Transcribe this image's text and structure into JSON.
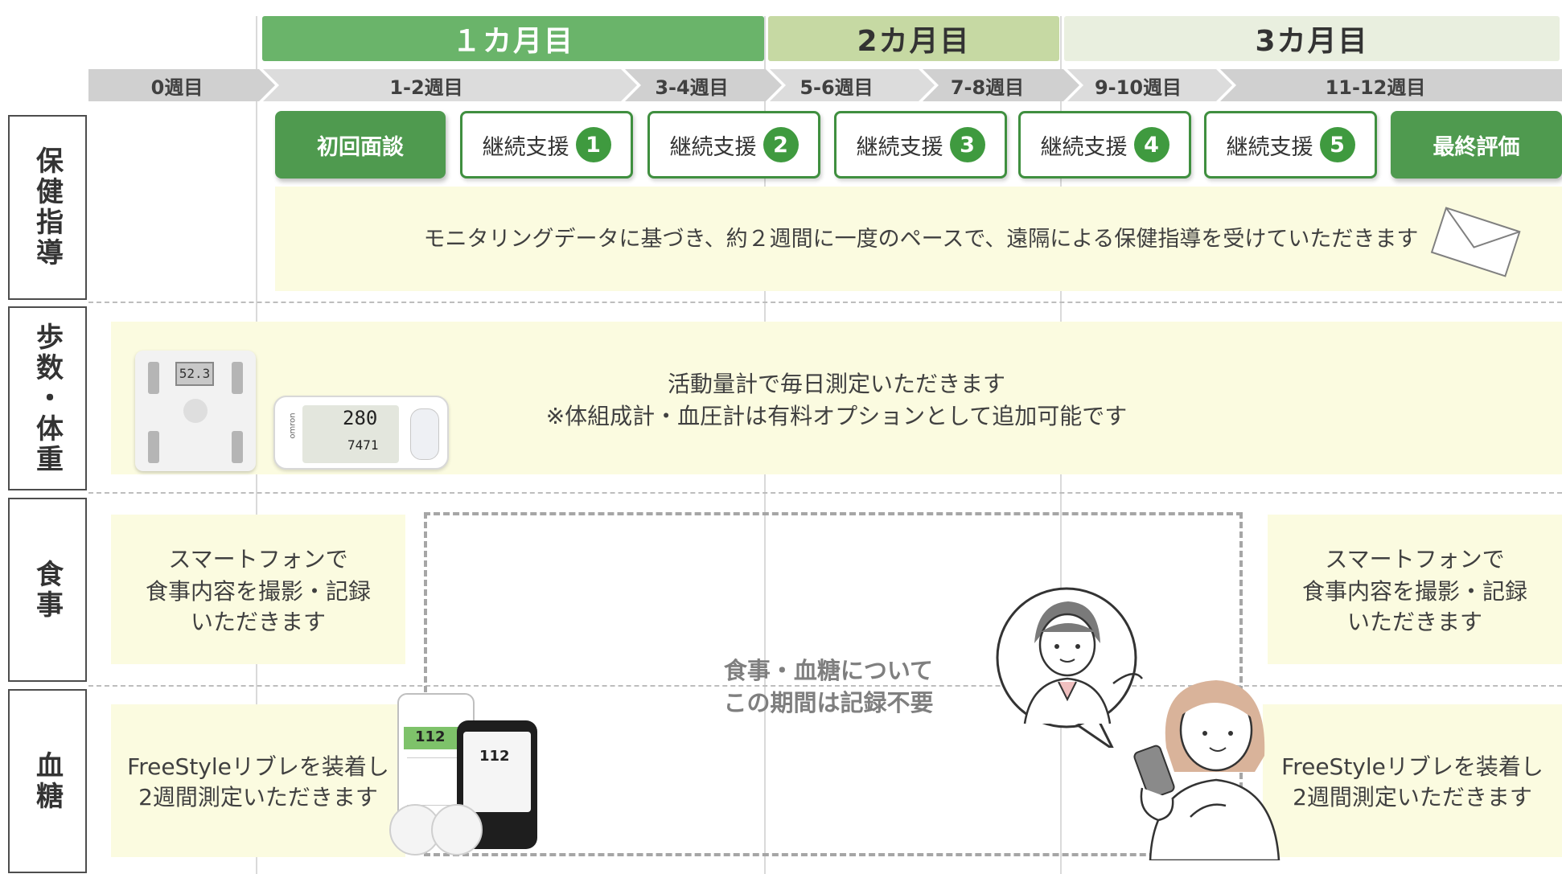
{
  "months": [
    {
      "label": "１カ月目",
      "color": "#6ab46a"
    },
    {
      "label": "2カ月目",
      "color": "#c6d9a3"
    },
    {
      "label": "3カ月目",
      "color": "#e9efdf"
    }
  ],
  "weeks": [
    "0週目",
    "1-2週目",
    "3-4週目",
    "5-6週目",
    "7-8週目",
    "9-10週目",
    "11-12週目"
  ],
  "categories": [
    "保健指導",
    "歩数・体重",
    "食事",
    "血糖"
  ],
  "sessions": {
    "first": "初回面談",
    "support_label": "継続支援",
    "support_numbers": [
      "1",
      "2",
      "3",
      "4",
      "5"
    ],
    "final": "最終評価"
  },
  "guidance_text": "モニタリングデータに基づき、約２週間に一度のペースで、遠隔による保健指導を受けていただきます",
  "steps_text": {
    "line1": "活動量計で毎日測定いただきます",
    "line2": "※体組成計・血圧計は有料オプションとして追加可能です"
  },
  "devices": {
    "scale_display": "52.3",
    "pedometer_brand": "omron",
    "pedometer_steps": "280",
    "pedometer_sub": "7471",
    "meter_value": "112"
  },
  "meal_text": {
    "line1": "スマートフォンで",
    "line2": "食事内容を撮影・記録",
    "line3": "いただきます"
  },
  "glucose_text": {
    "line1": "FreeStyleリブレを装着し",
    "line2": "2週間測定いただきます"
  },
  "not_required": {
    "line1": "食事・血糖について",
    "line2": "この期間は記録不要"
  },
  "colors": {
    "accent_green": "#4f9a4f",
    "panel_yellow": "#fbfbe0",
    "week_gray": "#d0d0d0"
  }
}
